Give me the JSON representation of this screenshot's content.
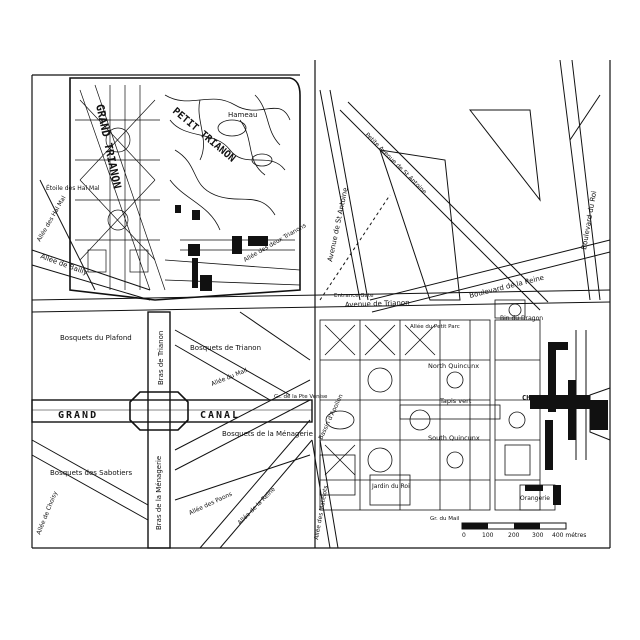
{
  "labels": {
    "grand_trianon": "GRAND TRIANON",
    "petit_trianon": "PETIT TRIANON",
    "hameau": "Hameau",
    "etoile": "Étoile des Hal Mal",
    "allee_deux_trianons": "Allée des deux Trianons",
    "avenue_st_antoine": "Avenue de St Antoine",
    "petite_avenue_st_antoine": "Petite Avenue de St Antoine",
    "boulevard_du_roi": "Boulevard du Roi",
    "boulevard_de_la_reine": "Boulevard de la Reine",
    "entrance_gate": "Entrance Gate",
    "avenue_de_trianon": "Avenue de Trianon",
    "allee_de_bailly": "Allée de Bailly",
    "allee_des_hal_mal": "Allée des Hal Mal",
    "bosquets_plafond": "Bosquets du Plafond",
    "bras_trianon": "Bras de Trianon",
    "bosquets_trianon": "Bosquets de Trianon",
    "allee_mail_trianon": "Allée du Mail",
    "grand_canal_left": "GRAND",
    "grand_canal_right": "CANAL",
    "gr_de_la_pte_venise": "Gr. de la Pte Venise",
    "bosquets_menagerie": "Bosquets de la Ménagerie",
    "bosquets_sabotiers": "Bosquets des Sabotiers",
    "allee_choisy": "Allée de Choisy",
    "bras_menagerie": "Bras de la Ménagerie",
    "allee_paons": "Allée des Paons",
    "allee_reine": "Allée de la Reine",
    "allee_matelots": "Allée des Matelots",
    "bassin_apollon": "Bassin d'Apollon",
    "allee_petit_parc": "Allée du Petit Parc",
    "bin_dragon": "Bin du Dragon",
    "north_quincunx": "North Quincunx",
    "south_quincunx": "South Quincunx",
    "tapis_vert": "Tapis vert",
    "jardin_du_roi": "Jardin du Roi",
    "chateau": "CHATEAU",
    "orangerie": "Orangerie",
    "gr_du_mail": "Gr. du Mail"
  },
  "scale_bar": {
    "ticks": [
      "0",
      "100",
      "200",
      "300",
      "400 métres"
    ]
  },
  "colors": {
    "ink": "#111111",
    "paper": "#ffffff"
  }
}
